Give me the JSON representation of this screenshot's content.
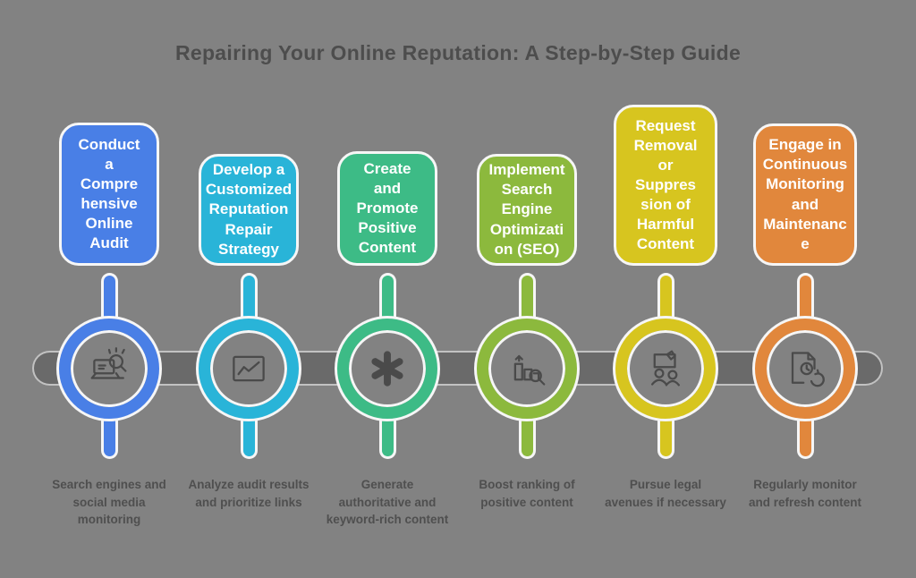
{
  "title": "Repairing Your Online Reputation: A Step-by-Step Guide",
  "colors": {
    "background": "#828282",
    "timeline_bar": "#6a6a6a",
    "title_text": "#4d4d4d",
    "caption_text": "#4f4f4f",
    "box_text": "#ffffff",
    "box_border": "#f6f6f6"
  },
  "steps": [
    {
      "title": "Conduct\na\nCompre\nhensive\nOnline\nAudit",
      "caption": "Search engines and\nsocial media\nmonitoring",
      "color": "#497fe6",
      "icon": "laptop-search-icon"
    },
    {
      "title": "Develop a\nCustomized\nReputation\nRepair\nStrategy",
      "caption": "Analyze audit results\nand prioritize links",
      "color": "#29b4d8",
      "icon": "line-chart-icon"
    },
    {
      "title": "Create\nand\nPromote\nPositive\nContent",
      "caption": "Generate\nauthoritative and\nkeyword-rich content",
      "color": "#3dbb86",
      "icon": "asterisk-icon"
    },
    {
      "title": "Implement\nSearch\nEngine\nOptimizati\non (SEO)",
      "caption": "Boost ranking of\npositive content",
      "color": "#8cb93d",
      "icon": "seo-ranking-icon"
    },
    {
      "title": "Request\nRemoval\nor\nSuppres\nsion of\nHarmful\nContent",
      "caption": "Pursue legal\navenues if necessary",
      "color": "#d7c51f",
      "icon": "legal-team-icon"
    },
    {
      "title": "Engage in\nContinuous\nMonitoring\nand\nMaintenanc\ne",
      "caption": "Regularly monitor\nand refresh content",
      "color": "#e1873c",
      "icon": "document-refresh-icon"
    }
  ]
}
